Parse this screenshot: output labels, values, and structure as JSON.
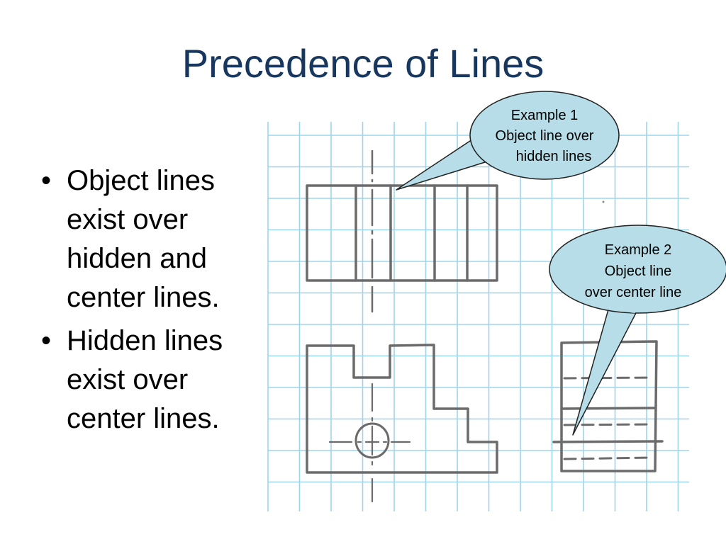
{
  "title": "Precedence of Lines",
  "bullets": [
    "Object lines exist over hidden and center lines.",
    "Hidden lines exist over center lines."
  ],
  "bullet_symbol": "•",
  "callouts": [
    {
      "lines": [
        "Example 1",
        "Object line over",
        "hidden lines"
      ]
    },
    {
      "lines": [
        "Example 2",
        "Object line",
        "over center line"
      ]
    }
  ],
  "colors": {
    "title": "#17375e",
    "grid": "#9dd5ea",
    "pencil": "#6b6b6b",
    "callout_fill": "#b7dee8"
  }
}
